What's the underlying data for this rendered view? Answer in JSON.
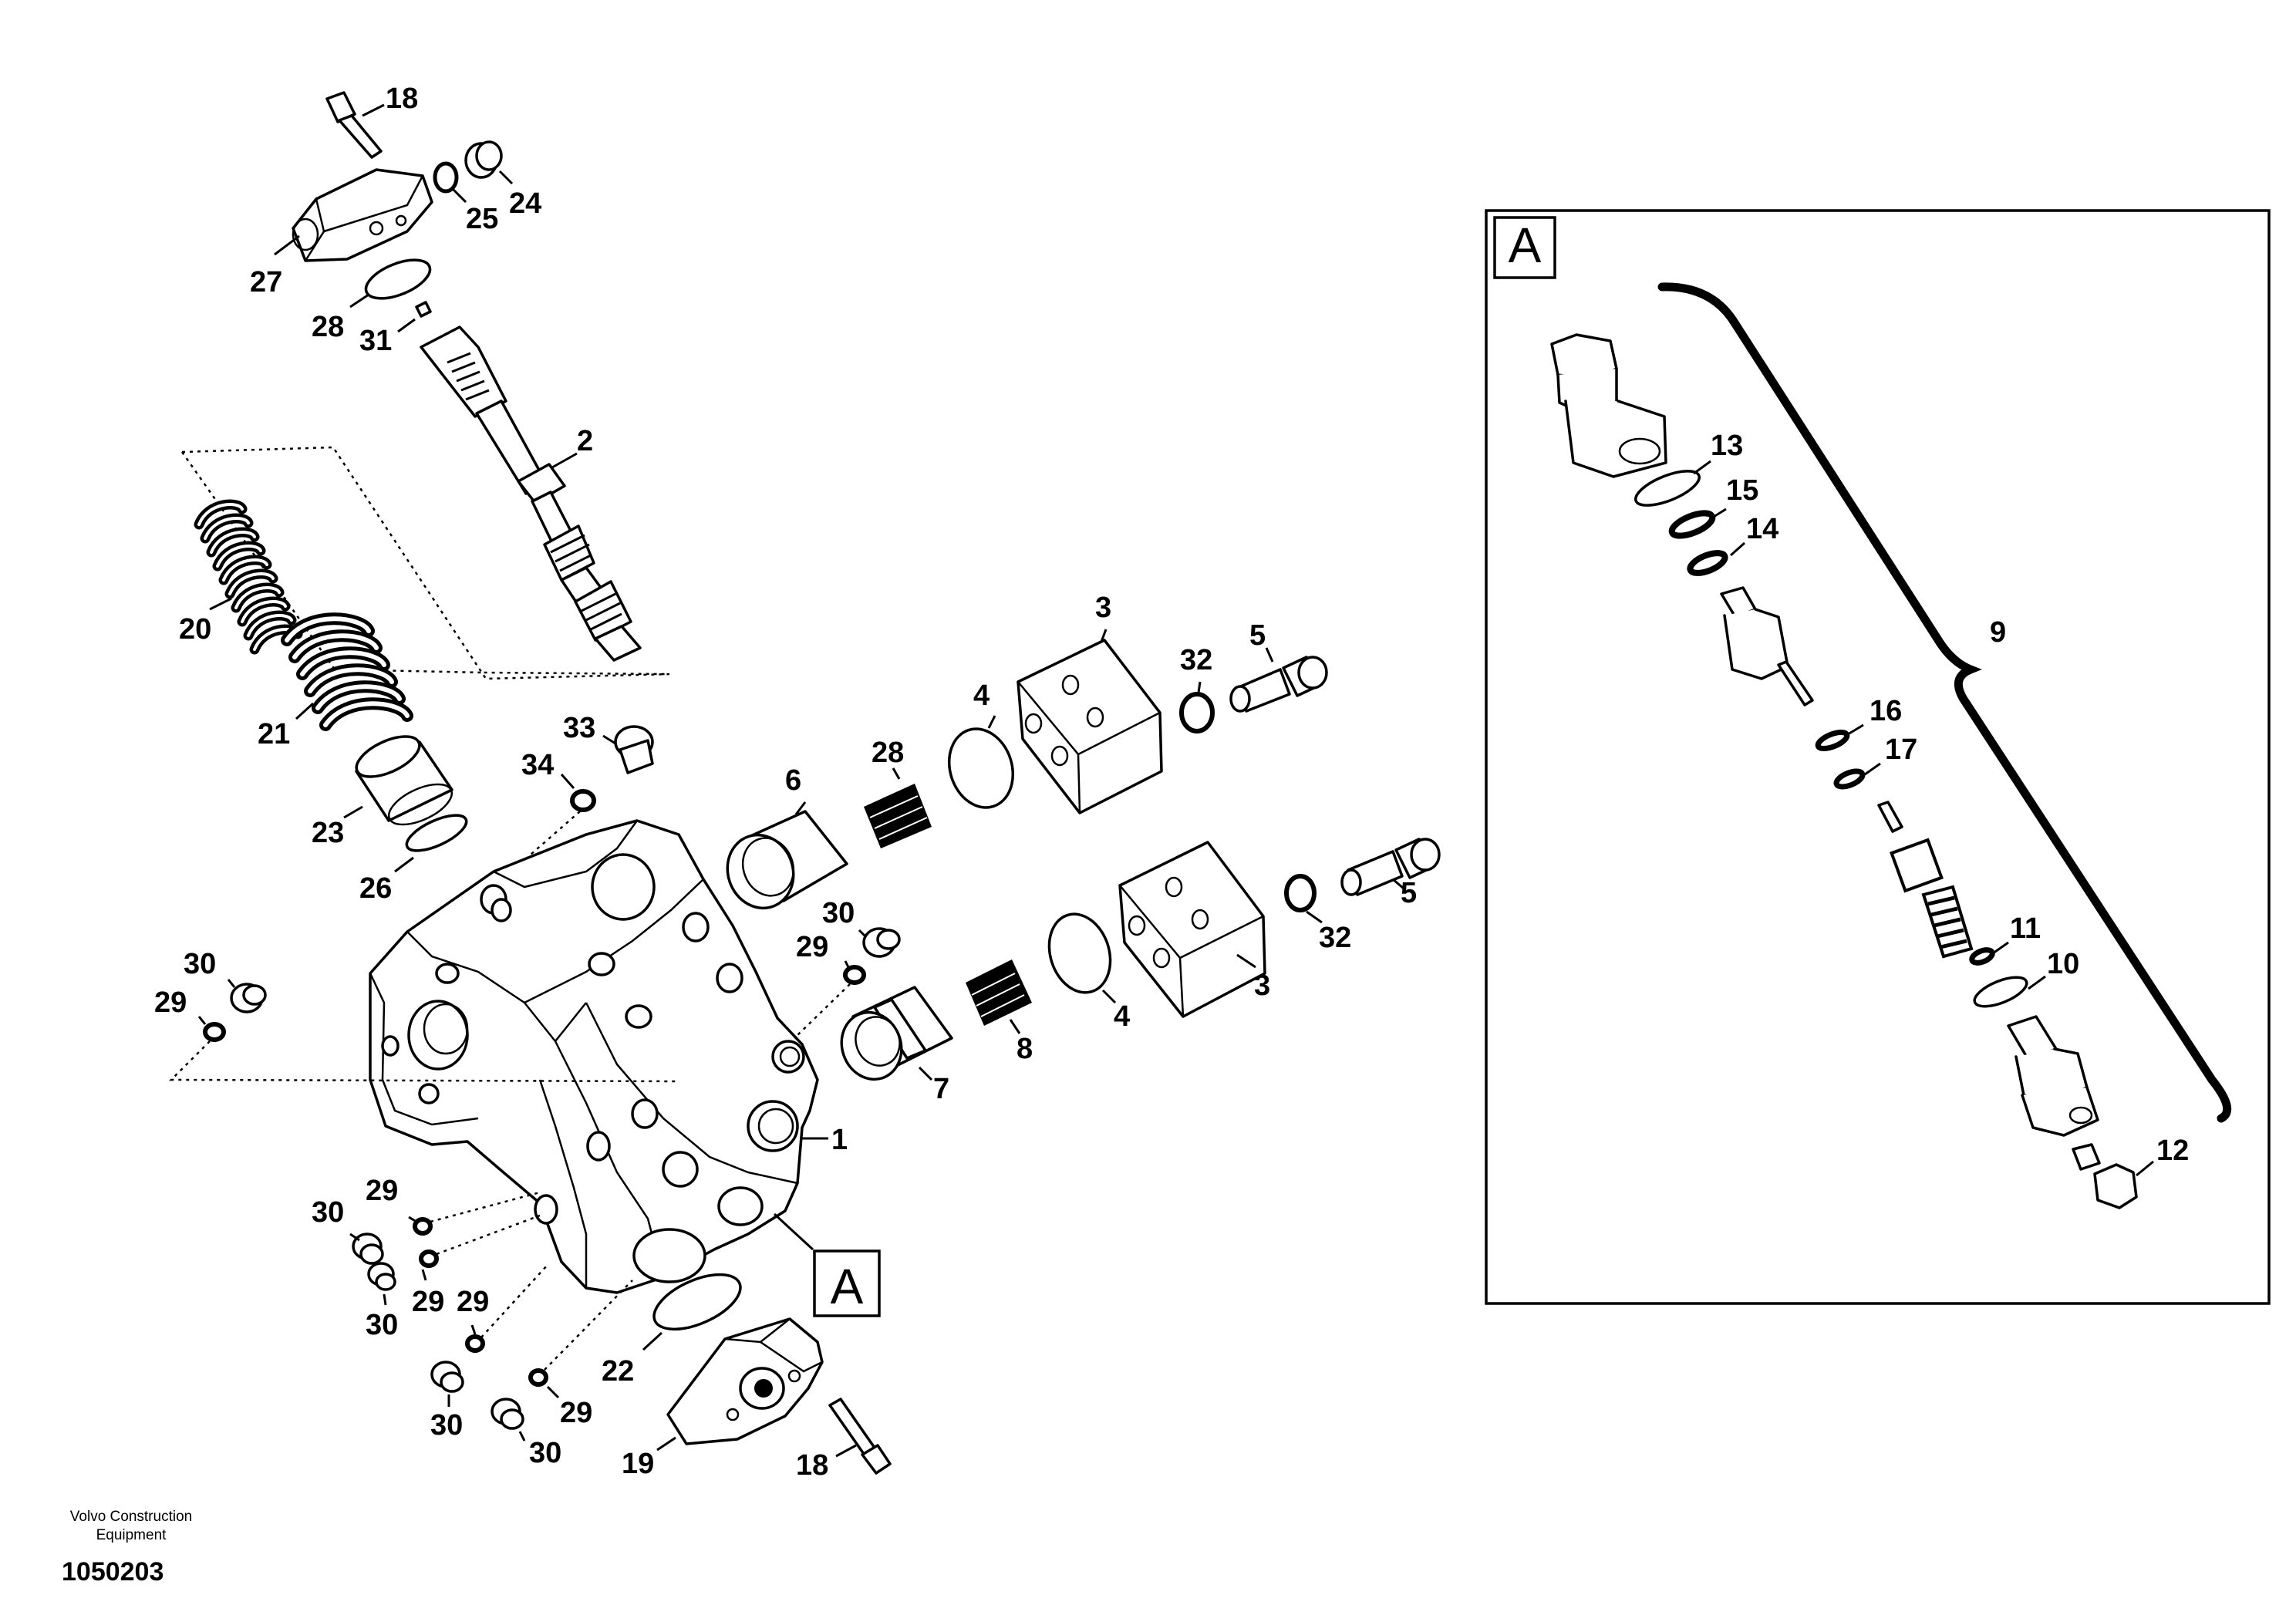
{
  "callouts": {
    "c1": "1",
    "c2": "2",
    "c3a": "3",
    "c3b": "3",
    "c4a": "4",
    "c4b": "4",
    "c5a": "5",
    "c5b": "5",
    "c6": "6",
    "c7": "7",
    "c8": "8",
    "c9": "9",
    "c10": "10",
    "c11": "11",
    "c12": "12",
    "c13": "13",
    "c14": "14",
    "c15": "15",
    "c16": "16",
    "c17": "17",
    "c18a": "18",
    "c18b": "18",
    "c19": "19",
    "c20": "20",
    "c21": "21",
    "c22": "22",
    "c23": "23",
    "c24": "24",
    "c25": "25",
    "c26": "26",
    "c27": "27",
    "c28a": "28",
    "c28b": "28",
    "c29a": "29",
    "c29b": "29",
    "c29c": "29",
    "c29d": "29",
    "c29e": "29",
    "c29f": "29",
    "c30a": "30",
    "c30b": "30",
    "c30c": "30",
    "c30d": "30",
    "c30e": "30",
    "c30f": "30",
    "c31": "31",
    "c32a": "32",
    "c32b": "32",
    "c33": "33",
    "c34": "34"
  },
  "detail": {
    "ref_tag": "A",
    "inset_tag": "A"
  },
  "footer": {
    "brand_line1": "Volvo Construction",
    "brand_line2": "Equipment",
    "doc_number": "1050203"
  }
}
